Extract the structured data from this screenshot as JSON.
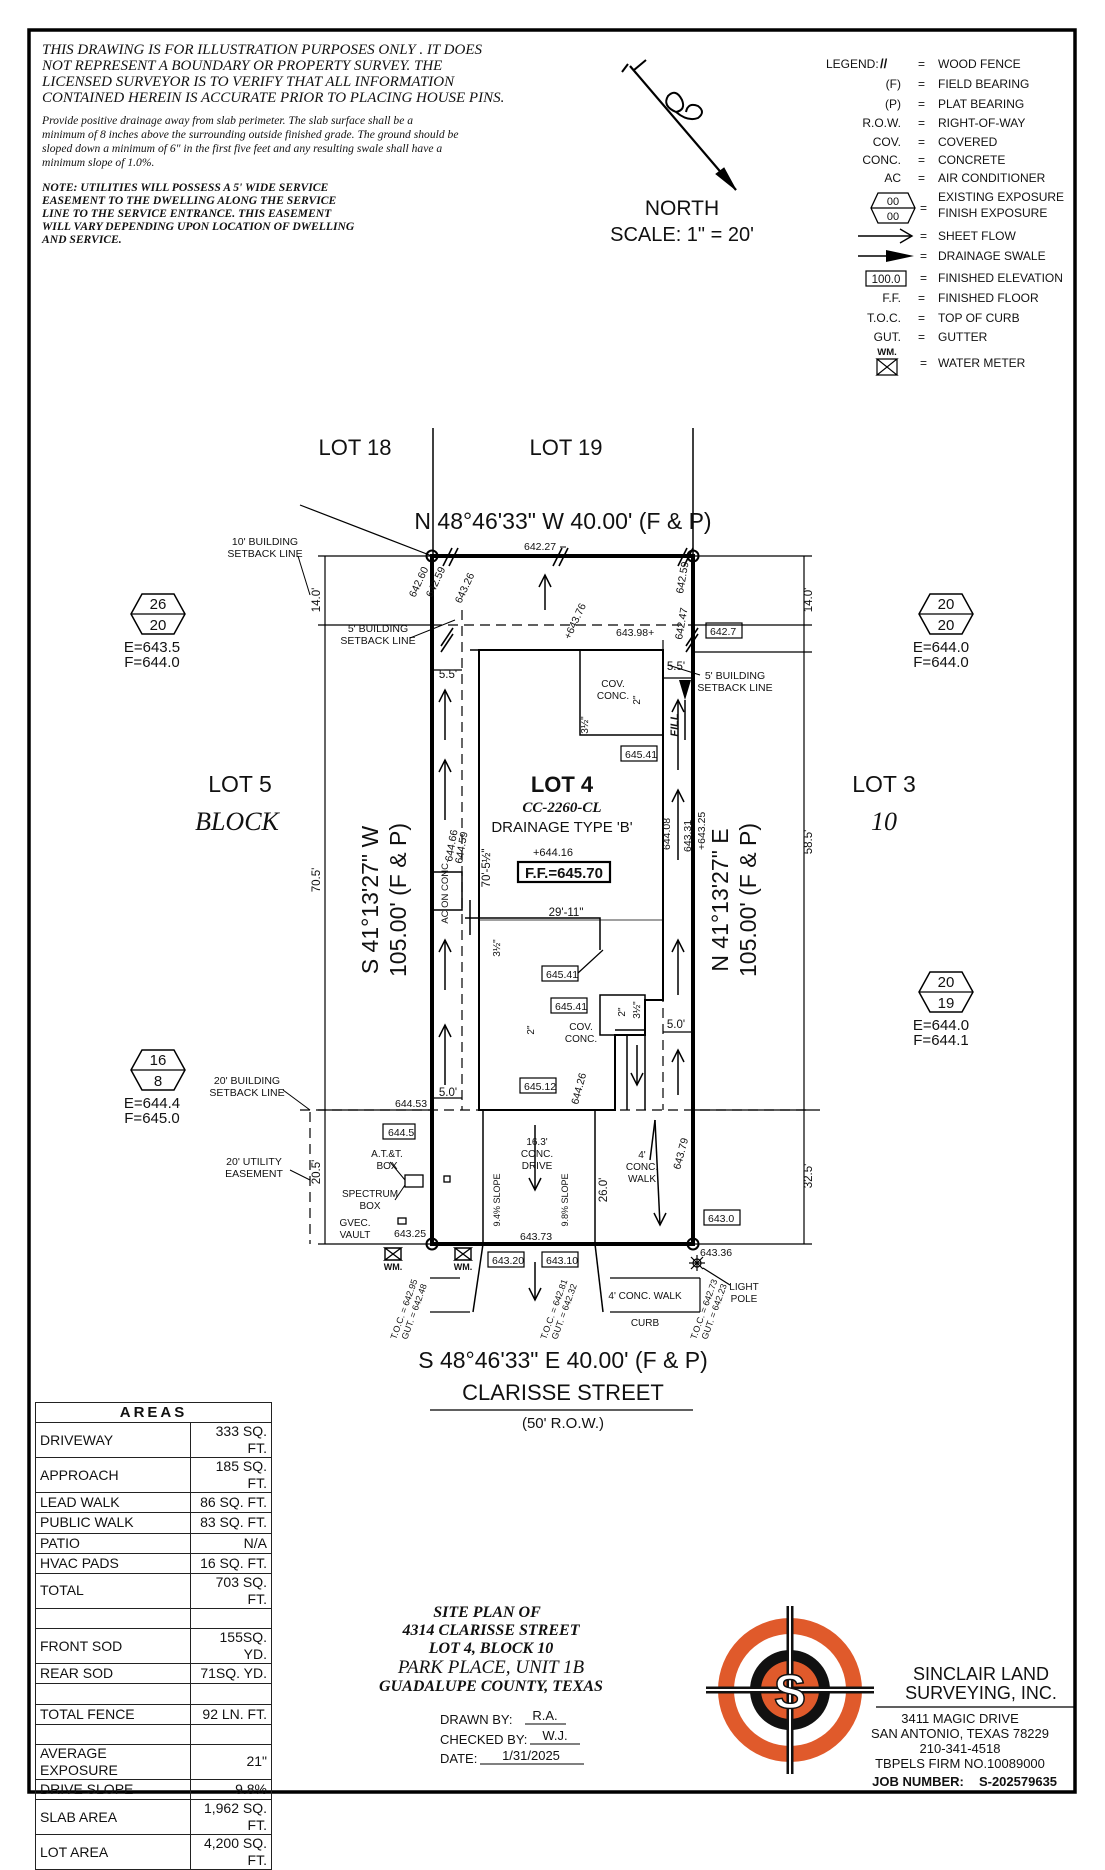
{
  "notes": {
    "disclaimer": [
      "THIS DRAWING IS FOR ILLUSTRATION PURPOSES ONLY . IT DOES",
      "NOT REPRESENT A BOUNDARY OR PROPERTY SURVEY. THE",
      "LICENSED SURVEYOR IS TO VERIFY THAT ALL INFORMATION",
      "CONTAINED HEREIN IS ACCURATE PRIOR TO PLACING HOUSE PINS."
    ],
    "drainage": [
      "Provide positive drainage away from slab perimeter. The slab surface shall be a",
      "minimum of 8 inches above the surrounding outside finished grade. The ground should be",
      "sloped down a minimum of 6\" in the first five feet and any resulting swale shall have a",
      "minimum slope of 1.0%."
    ],
    "utility": [
      "NOTE: UTILITIES WILL POSSESS A 5' WIDE SERVICE",
      "EASEMENT TO THE DWELLING ALONG THE SERVICE",
      "LINE TO THE SERVICE ENTRANCE. THIS EASEMENT",
      "WILL VARY DEPENDING UPON LOCATION OF DWELLING",
      "AND SERVICE."
    ]
  },
  "north": {
    "label": "NORTH",
    "scale": "SCALE:  1\"  =  20'"
  },
  "legend": {
    "title": "LEGEND:",
    "items": [
      {
        "sym": "//",
        "text": "WOOD FENCE"
      },
      {
        "sym": "(F)",
        "text": "FIELD BEARING"
      },
      {
        "sym": "(P)",
        "text": "PLAT BEARING"
      },
      {
        "sym": "R.O.W.",
        "text": "RIGHT-OF-WAY"
      },
      {
        "sym": "COV.",
        "text": "COVERED"
      },
      {
        "sym": "CONC.",
        "text": "CONCRETE"
      },
      {
        "sym": "AC",
        "text": "AIR CONDITIONER"
      },
      {
        "sym": "",
        "text": "EXISTING EXPOSURE"
      },
      {
        "sym": "",
        "text": "FINISH EXPOSURE"
      },
      {
        "sym": "",
        "text": "SHEET FLOW"
      },
      {
        "sym": "",
        "text": "DRAINAGE SWALE"
      },
      {
        "sym": "100.0",
        "text": "FINISHED ELEVATION"
      },
      {
        "sym": "F.F.",
        "text": "FINISHED FLOOR"
      },
      {
        "sym": "T.O.C.",
        "text": "TOP OF CURB"
      },
      {
        "sym": "GUT.",
        "text": "GUTTER"
      },
      {
        "sym": "WM.",
        "text": "WATER METER"
      }
    ],
    "hex_top": "00",
    "hex_bottom": "00",
    "eq": "="
  },
  "plan": {
    "lot18": "LOT 18",
    "lot19": "LOT 19",
    "lot5": "LOT 5",
    "lot3": "LOT 3",
    "block": "BLOCK",
    "block_no": "10",
    "north_bearing": "N 48°46'33\" W 40.00' (F & P)",
    "south_bearing": "S 48°46'33\" E 40.00' (F & P)",
    "west_bearing": "S 41°13'27\" W",
    "west_dist": "105.00' (F & P)",
    "east_bearing": "N 41°13'27\" E",
    "east_dist": "105.00' (F & P)",
    "street": "CLARISSE STREET",
    "row": "(50' R.O.W.)",
    "lot4": "LOT 4",
    "plan_code": "CC-2260-CL",
    "drainage_type": "DRAINAGE TYPE 'B'",
    "ff": "F.F.=645.70",
    "center_elev": "+644.16",
    "setback_10": [
      "10' BUILDING",
      "SETBACK LINE"
    ],
    "setback_5w": [
      "5' BUILDING",
      "SETBACK LINE"
    ],
    "setback_5e": [
      "5' BUILDING",
      "SETBACK LINE"
    ],
    "setback_20": [
      "20' BUILDING",
      "SETBACK LINE"
    ],
    "utility_easement": [
      "20' UTILITY",
      "EASEMENT"
    ],
    "dim_14_left": "14.0'",
    "dim_14_right": "14.0'",
    "dim_70_5": "70.5'",
    "dim_58_5": "58.5'",
    "dim_20_5": "20.5'",
    "dim_32_5": "32.5'",
    "dim_5_5w": "5.5'",
    "dim_5_5e": "5.5'",
    "dim_5_0w": "5.0'",
    "dim_5_0e": "5.0'",
    "dim_29_11": "29'-11\"",
    "dim_70_5_in": "70'-5½\"",
    "dim_26_0": "26.0'",
    "cov_conc_1": [
      "COV.",
      "CONC."
    ],
    "cov_conc_2": [
      "COV.",
      "CONC."
    ],
    "ac_on_conc": "AC ON CONC.",
    "drive": [
      "16.3'",
      "CONC.",
      "DRIVE"
    ],
    "walk_4": [
      "4'",
      "CONC.",
      "WALK"
    ],
    "conc_walk": "4' CONC. WALK",
    "curb": "CURB",
    "att_box": [
      "A.T.&T.",
      "BOX"
    ],
    "spectrum_box": [
      "SPECTRUM",
      "BOX"
    ],
    "gvec_vault": [
      "GVEC.",
      "VAULT"
    ],
    "light_pole": [
      "LIGHT",
      "POLE"
    ],
    "wm": "WM.",
    "fill": "FILL",
    "slope_1": "9.4% SLOPE",
    "slope_2": "9.8% SLOPE",
    "two_in": "2\"",
    "three_half": "3½\"",
    "elev": {
      "e642_27": "642.27",
      "e642_60": "642.60",
      "e642_59": "642.59",
      "e643_26": "643.26",
      "e642_59b": "642.59",
      "e643_76": "+643.76",
      "e643_98": "643.98+",
      "e642_47": "642.47",
      "e642_7": "642.7",
      "e645_41a": "645.41",
      "e645_41b": "645.41",
      "e645_41c": "645.41",
      "e645_12": "645.12",
      "e644_66": "644.66",
      "e644_59": "644.59",
      "e644_08": "644.08",
      "e643_31": "643.31",
      "e643_25": "+643.25",
      "e644_53": "644.53",
      "e644_5": "644.5",
      "e644_26": "644.26",
      "e643_79": "643.79",
      "e643_25b": "643.25",
      "e643_73": "643.73",
      "e643_0": "643.0",
      "e643_36": "643.36",
      "e643_20": "643.20",
      "e643_10": "643.10"
    },
    "toc_left": [
      "T.O.C. = 642.95",
      "GUT. = 642.48"
    ],
    "toc_mid": [
      "T.O.C. = 642.81",
      "GUT. = 642.32"
    ],
    "toc_right": [
      "T.O.C. = 642.73",
      "GUT. = 642.23"
    ],
    "hex_nw": {
      "top": "26",
      "bottom": "20",
      "e": "E=643.5",
      "f": "F=644.0"
    },
    "hex_ne": {
      "top": "20",
      "bottom": "20",
      "e": "E=644.0",
      "f": "F=644.0"
    },
    "hex_se": {
      "top": "20",
      "bottom": "19",
      "e": "E=644.0",
      "f": "F=644.1"
    },
    "hex_sw": {
      "top": "16",
      "bottom": "8",
      "e": "E=644.4",
      "f": "F=645.0"
    }
  },
  "areas": {
    "title": "AREAS",
    "rows": [
      {
        "k": "DRIVEWAY",
        "v": "333 SQ. FT."
      },
      {
        "k": "APPROACH",
        "v": "185 SQ. FT."
      },
      {
        "k": "LEAD WALK",
        "v": "86 SQ. FT."
      },
      {
        "k": "PUBLIC WALK",
        "v": "83 SQ. FT."
      },
      {
        "k": "PATIO",
        "v": "N/A"
      },
      {
        "k": "HVAC PADS",
        "v": "16 SQ. FT."
      },
      {
        "k": "TOTAL",
        "v": "703 SQ. FT."
      },
      {
        "k": "",
        "v": ""
      },
      {
        "k": "FRONT SOD",
        "v": "155SQ. YD."
      },
      {
        "k": "REAR SOD",
        "v": "71SQ. YD."
      },
      {
        "k": "",
        "v": ""
      },
      {
        "k": "TOTAL FENCE",
        "v": "92 LN. FT."
      },
      {
        "k": "",
        "v": ""
      },
      {
        "k": "AVERAGE EXPOSURE",
        "v": "21\""
      },
      {
        "k": "DRIVE SLOPE",
        "v": "9.8%"
      },
      {
        "k": "SLAB AREA",
        "v": "1,962 SQ. FT."
      },
      {
        "k": "LOT AREA",
        "v": "4,200 SQ. FT."
      }
    ]
  },
  "title_block": {
    "line1": "SITE PLAN OF",
    "line2": "4314 CLARISSE STREET",
    "line3": "LOT 4, BLOCK 10",
    "line4": "PARK PLACE, UNIT 1B",
    "line5": "GUADALUPE COUNTY, TEXAS",
    "drawn_label": "DRAWN  BY:",
    "drawn_val": "R.A.",
    "checked_label": "CHECKED  BY:",
    "checked_val": "W.J.",
    "date_label": "DATE:",
    "date_val": "1/31/2025"
  },
  "company": {
    "name1": "SINCLAIR LAND",
    "name2": "SURVEYING, INC.",
    "addr1": "3411 MAGIC DRIVE",
    "addr2": "SAN ANTONIO, TEXAS 78229",
    "phone": "210-341-4518",
    "firm": "TBPELS FIRM NO.10089000",
    "job_label": "JOB NUMBER:",
    "job": "S-202579635",
    "logo_letter": "S",
    "logo_color": "#e05a2b"
  }
}
